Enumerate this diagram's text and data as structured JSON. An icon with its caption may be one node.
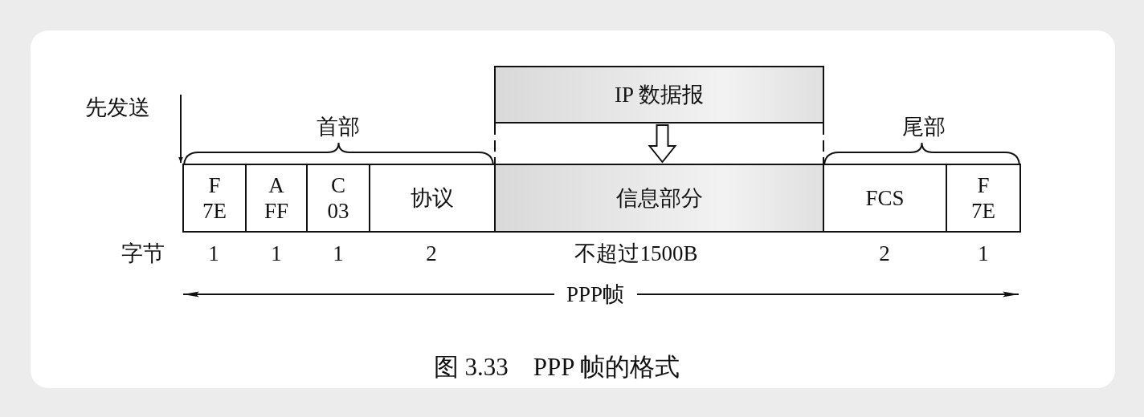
{
  "diagram": {
    "caption": "图 3.33　PPP 帧的格式",
    "nodes": [
      {
        "text": [
          "先发送"
        ]
      },
      {
        "text": [
          "F",
          "7E"
        ]
      },
      {
        "text": [
          "A",
          "FF"
        ]
      },
      {
        "text": [
          "C",
          "03"
        ]
      },
      {
        "text": [
          "协议"
        ]
      },
      {
        "text": [
          "信息部分"
        ]
      },
      {
        "text": [
          "FCS"
        ]
      },
      {
        "text": [
          "F",
          "7E"
        ]
      },
      {
        "text": [
          "IP 数据报"
        ]
      }
    ],
    "edges": [
      {
        "from": 0,
        "to": 1,
        "arrow": "to"
      },
      {
        "from": 8,
        "to": 5,
        "arrow": "to"
      },
      {
        "from": 8,
        "to": 5,
        "arrow": "none",
        "style": "dashed"
      },
      {
        "from": 8,
        "to": 5,
        "arrow": "none",
        "style": "dashed"
      }
    ],
    "labels": [
      "首部",
      "尾部",
      "字节",
      "1",
      "1",
      "1",
      "2",
      "不超过1500B",
      "2",
      "1",
      "PPP帧"
    ]
  }
}
